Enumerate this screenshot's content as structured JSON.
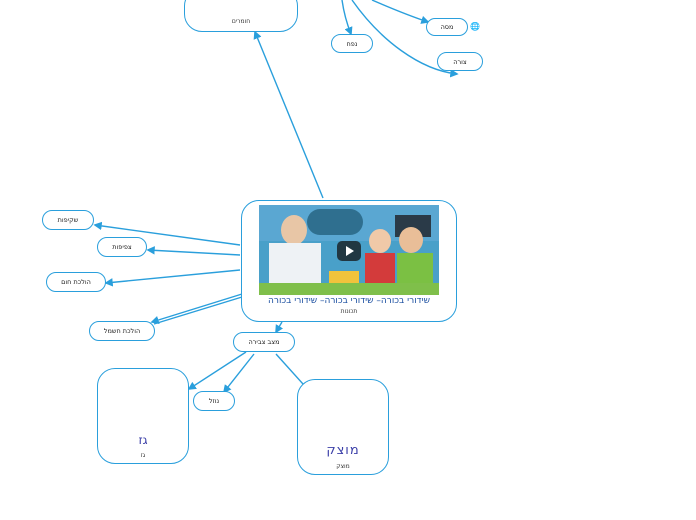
{
  "nodes": {
    "top_card_label": "חומרים",
    "misa": "מסה",
    "nefach": "נפח",
    "tzura": "צורה",
    "video_caption": "שידורי בכורה– שידורי בכורה– שידורי בכורה",
    "video_sublabel": "תכונות",
    "shkifut": "שקיפות",
    "tzfifut": "צפיפות",
    "holchat_chom": "הולכת חום",
    "holchat_chashmal": "הולכת חשמל",
    "matzav_tzvira": "מצב צבירה",
    "nozel": "נוזל",
    "gaz_big": "גז",
    "gaz_small": "גז",
    "mutzak_big": "מוצק",
    "mutzak_small": "מוצק"
  },
  "icons": [
    "play-icon",
    "globe-icon",
    "gas-cylinder-icon",
    "solid-cylinder-icon"
  ],
  "colors": {
    "connector": "#2a9fdc",
    "node_border": "#2a9fdc",
    "label_big": "#3b3fa8",
    "particle": "#3b5bd6"
  }
}
